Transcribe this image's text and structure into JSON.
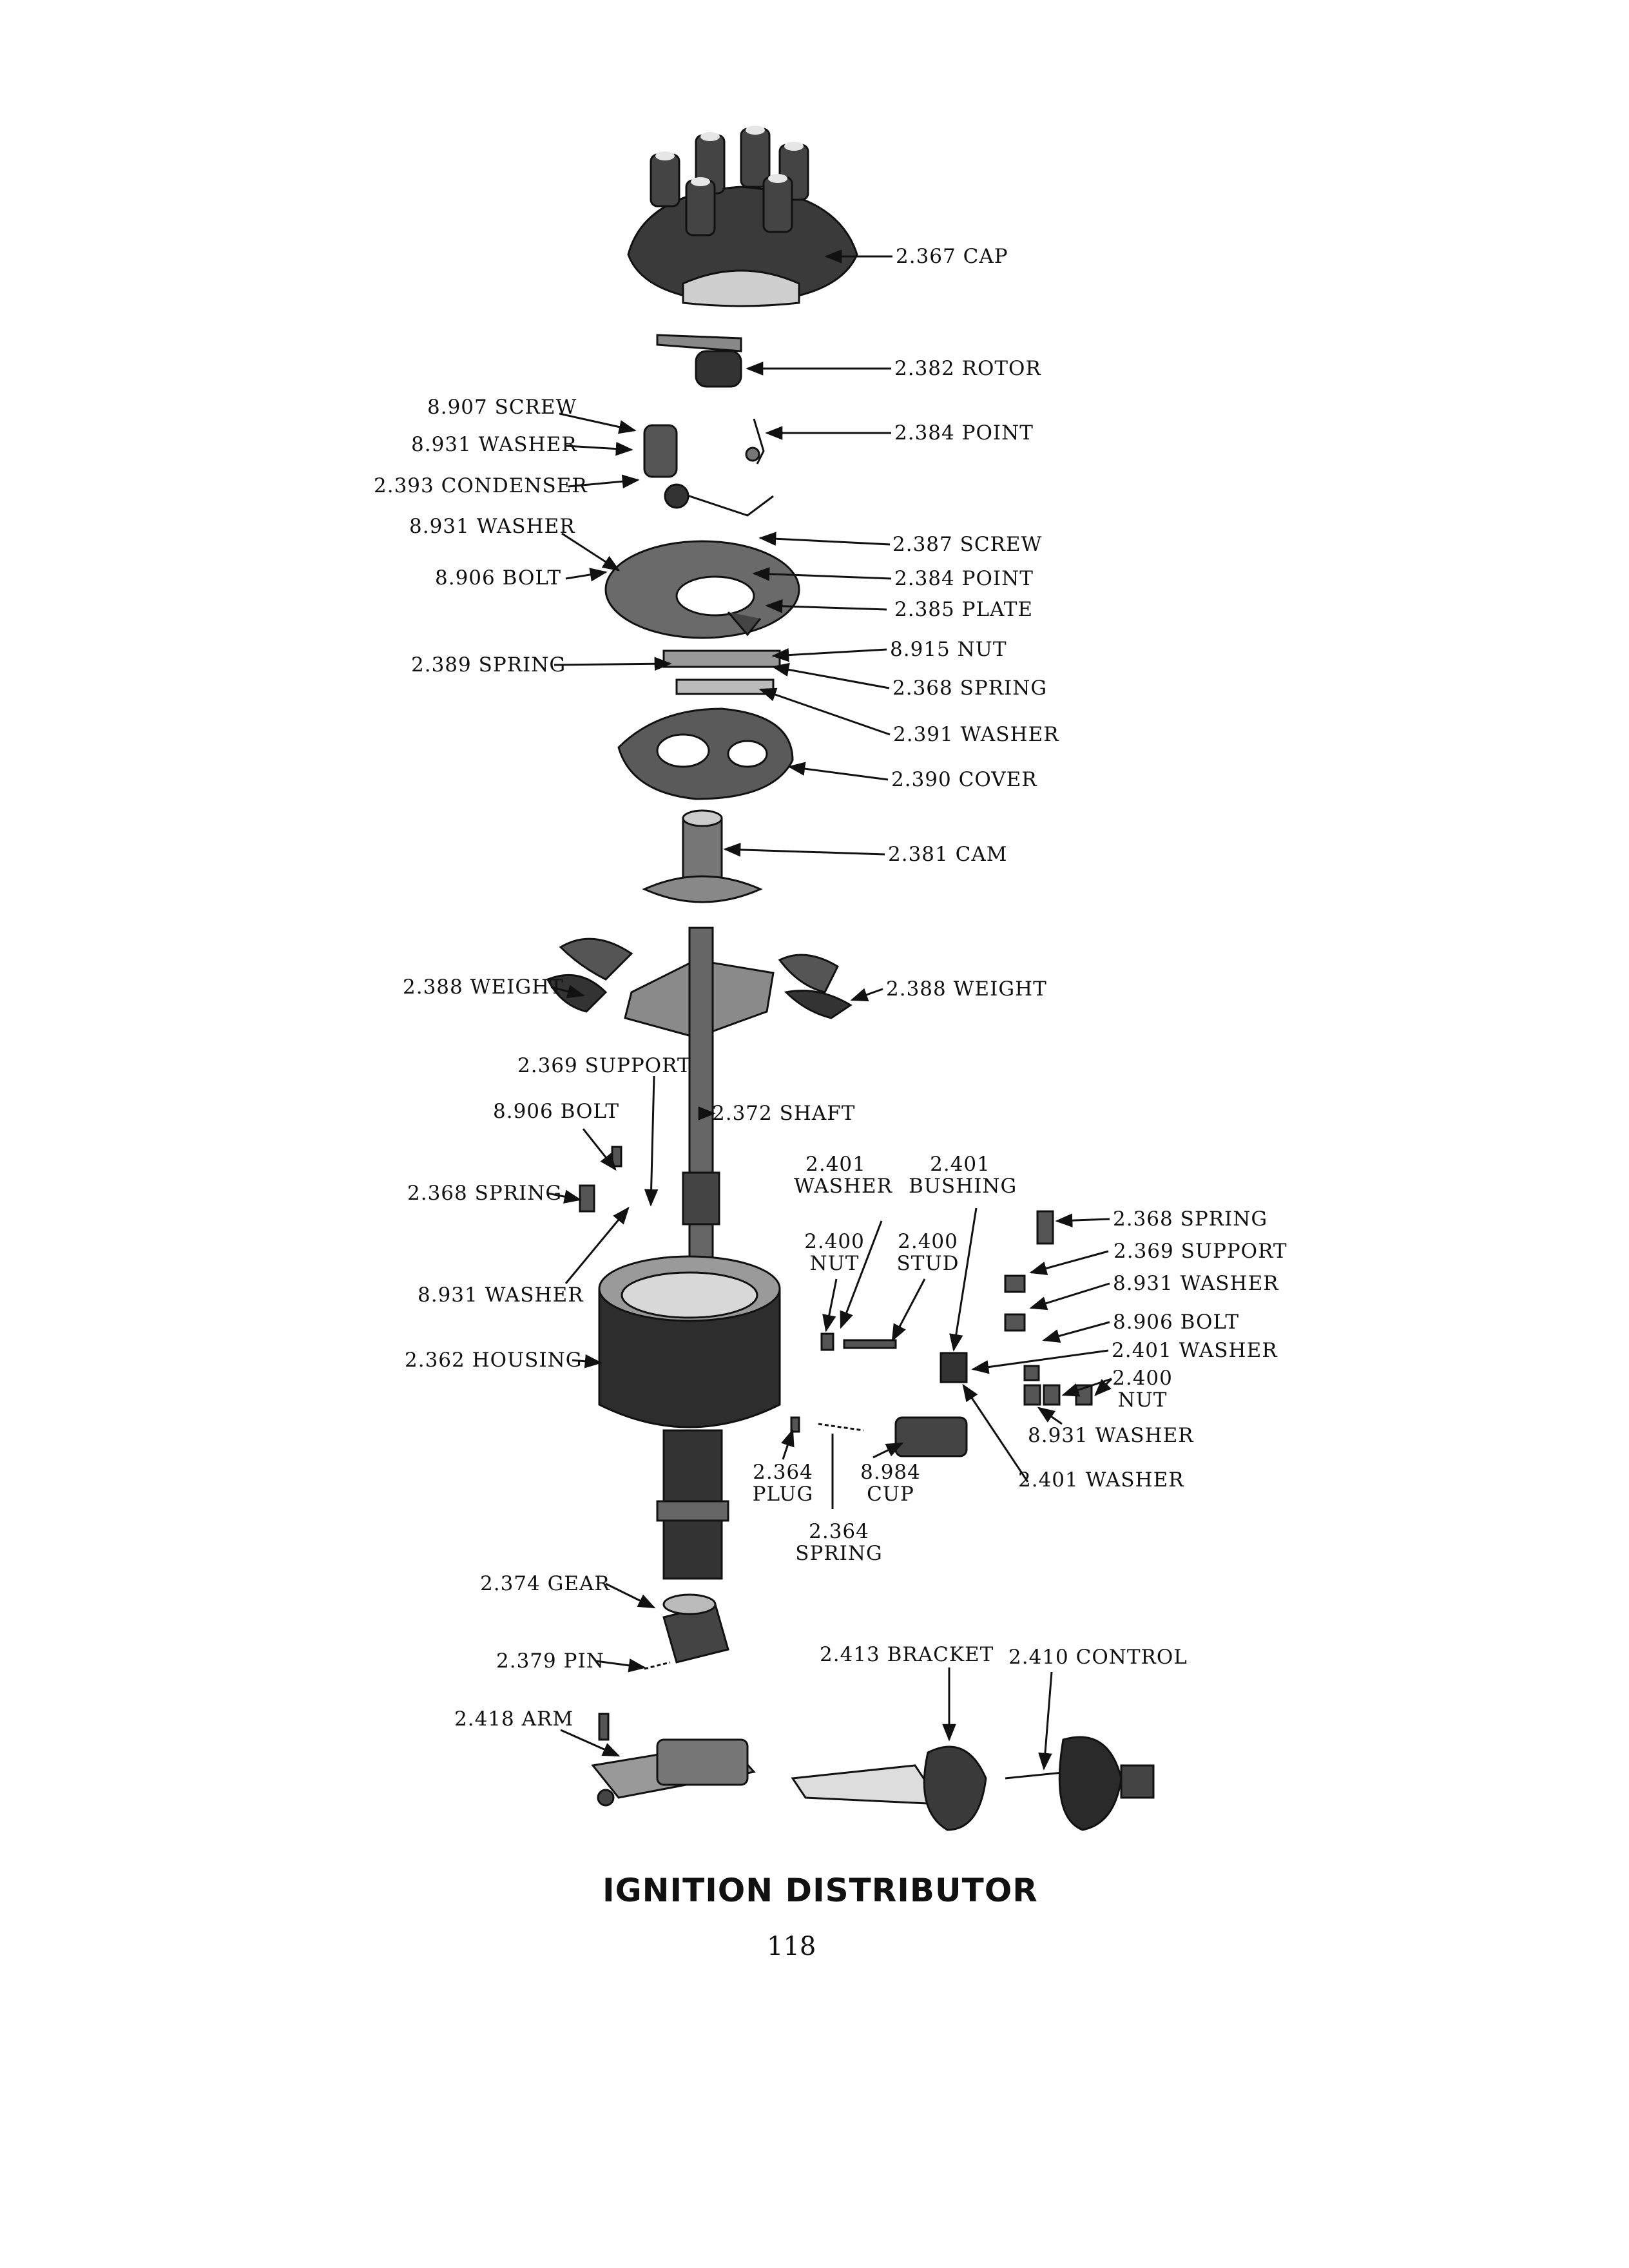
{
  "title": "IGNITION DISTRIBUTOR",
  "page_number": "118",
  "labels": {
    "cap": "2.367 CAP",
    "rotor": "2.382 ROTOR",
    "screw_8907": "8.907 SCREW",
    "washer_8931_a": "8.931 WASHER",
    "condenser": "2.393 CONDENSER",
    "washer_8931_b": "8.931 WASHER",
    "bolt_8906_a": "8.906 BOLT",
    "spring_2389": "2.389 SPRING",
    "point_2384_a": "2.384 POINT",
    "screw_2387": "2.387 SCREW",
    "point_2384_b": "2.384 POINT",
    "plate_2385": "2.385 PLATE",
    "nut_8915": "8.915 NUT",
    "spring_2368_a": "2.368 SPRING",
    "washer_2391": "2.391 WASHER",
    "cover_2390": "2.390 COVER",
    "cam_2381": "2.381 CAM",
    "weight_left": "2.388 WEIGHT",
    "weight_right": "2.388 WEIGHT",
    "support_2369_a": "2.369 SUPPORT",
    "shaft_2372": "2.372 SHAFT",
    "bolt_8906_b": "8.906 BOLT",
    "spring_2368_b": "2.368 SPRING",
    "washer_8931_c": "8.931 WASHER",
    "housing_2362": "2.362 HOUSING",
    "washer_2401_a_num": "2.401",
    "washer_2401_a_name": "WASHER",
    "bushing_2401_num": "2.401",
    "bushing_2401_name": "BUSHING",
    "nut_2400_a_num": "2.400",
    "nut_2400_a_name": "NUT",
    "stud_2400_num": "2.400",
    "stud_2400_name": "STUD",
    "spring_2368_c": "2.368 SPRING",
    "support_2369_b": "2.369 SUPPORT",
    "washer_8931_d": "8.931 WASHER",
    "bolt_8906_c": "8.906 BOLT",
    "washer_2401_b": "2.401 WASHER",
    "nut_2400_b_num": "2.400",
    "nut_2400_b_name": "NUT",
    "washer_8931_e": "8.931 WASHER",
    "washer_2401_c": "2.401 WASHER",
    "plug_2364_num": "2.364",
    "plug_2364_name": "PLUG",
    "cup_8984_num": "8.984",
    "cup_8984_name": "CUP",
    "spring_2364_num": "2.364",
    "spring_2364_name": "SPRING",
    "gear_2374": "2.374 GEAR",
    "pin_2379": "2.379 PIN",
    "arm_2418": "2.418 ARM",
    "bracket_2413": "2.413 BRACKET",
    "control_2410": "2.410 CONTROL"
  }
}
